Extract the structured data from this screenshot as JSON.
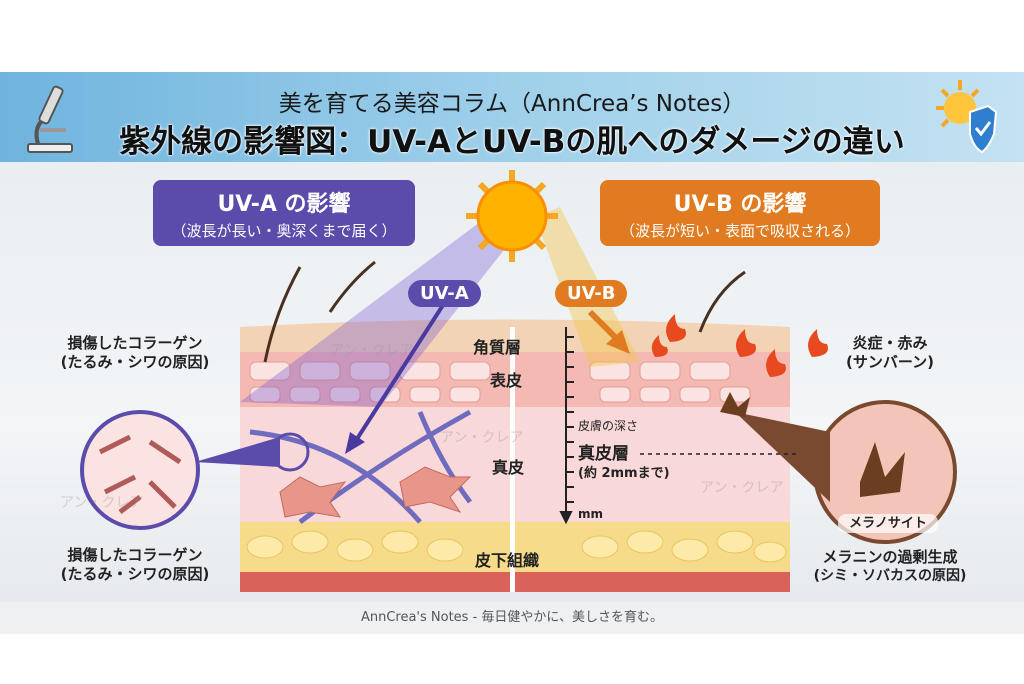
{
  "header": {
    "subtitle": "美を育てる美容コラム（AnnCrea’s Notes）",
    "title": "紫外線の影響図：UV-AとUV-Bの肌へのダメージの違い"
  },
  "uva": {
    "heading": "UV-A の影響",
    "sub": "（波長が長い・奥深くまで届く）",
    "ray_label": "UV-A",
    "color": "#5b4bab"
  },
  "uvb": {
    "heading": "UV-B の影響",
    "sub": "（波長が短い・表面で吸収される）",
    "ray_label": "UV-B",
    "color": "#e07b22"
  },
  "layers": {
    "stratum": "角質層",
    "epidermis": "表皮",
    "dermis": "真皮",
    "subcutis": "皮下組織"
  },
  "scale": {
    "caption": "皮膚の深さ",
    "dermis": "真皮層",
    "depth": "(約 2mmまで)",
    "unit": "mm"
  },
  "left_labels": [
    {
      "line1": "損傷したコラーゲン",
      "line2": "(たるみ・シワの原因)"
    },
    {
      "line1": "損傷したコラーゲン",
      "line2": "(たるみ・シワの原因)"
    }
  ],
  "right_labels": {
    "inflammation1": "炎症・赤み",
    "inflammation2": "(サンバーン)",
    "melanocyte": "メラノサイト",
    "melanin1": "メラニンの過剰生成",
    "melanin2": "(シミ・ソバカスの原因)"
  },
  "watermark": "アン・クレア",
  "footer": "AnnCrea's Notes - 毎日健やかに、美しさを育む。"
}
